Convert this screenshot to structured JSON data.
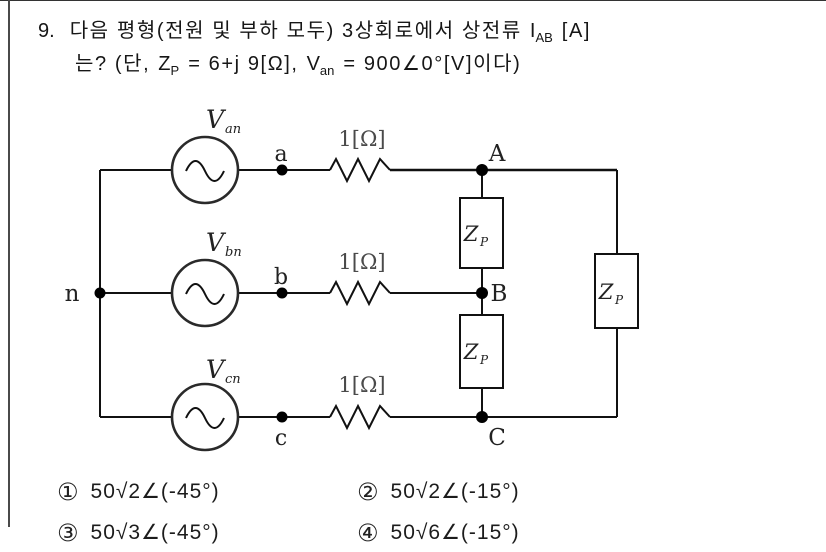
{
  "question": {
    "number": "9.",
    "line1_text": "다음 평형(전원 및 부하 모두) 3상회로에서 상전류",
    "current_base": "I",
    "current_sub": "AB",
    "current_unit": "[A]",
    "line2_start": "는? (단,",
    "z_base": "Z",
    "z_sub": "P",
    "z_value": "= 6+j 9[Ω],",
    "v_base": "V",
    "v_sub": "an",
    "v_value": "= 900∠0°[V]이다)"
  },
  "circuit": {
    "sources": [
      {
        "base": "V",
        "sub": "an"
      },
      {
        "base": "V",
        "sub": "bn"
      },
      {
        "base": "V",
        "sub": "cn"
      }
    ],
    "nodes": {
      "n": "n",
      "a": "a",
      "b": "b",
      "c": "c",
      "A": "A",
      "B": "B",
      "C": "C"
    },
    "resistor_label": "1[Ω]",
    "z_base": "Z",
    "z_sub": "P"
  },
  "choices": [
    {
      "num": "①",
      "text": "50√2∠(-45°)"
    },
    {
      "num": "②",
      "text": "50√2∠(-15°)"
    },
    {
      "num": "③",
      "text": "50√3∠(-45°)"
    },
    {
      "num": "④",
      "text": "50√6∠(-15°)"
    }
  ]
}
